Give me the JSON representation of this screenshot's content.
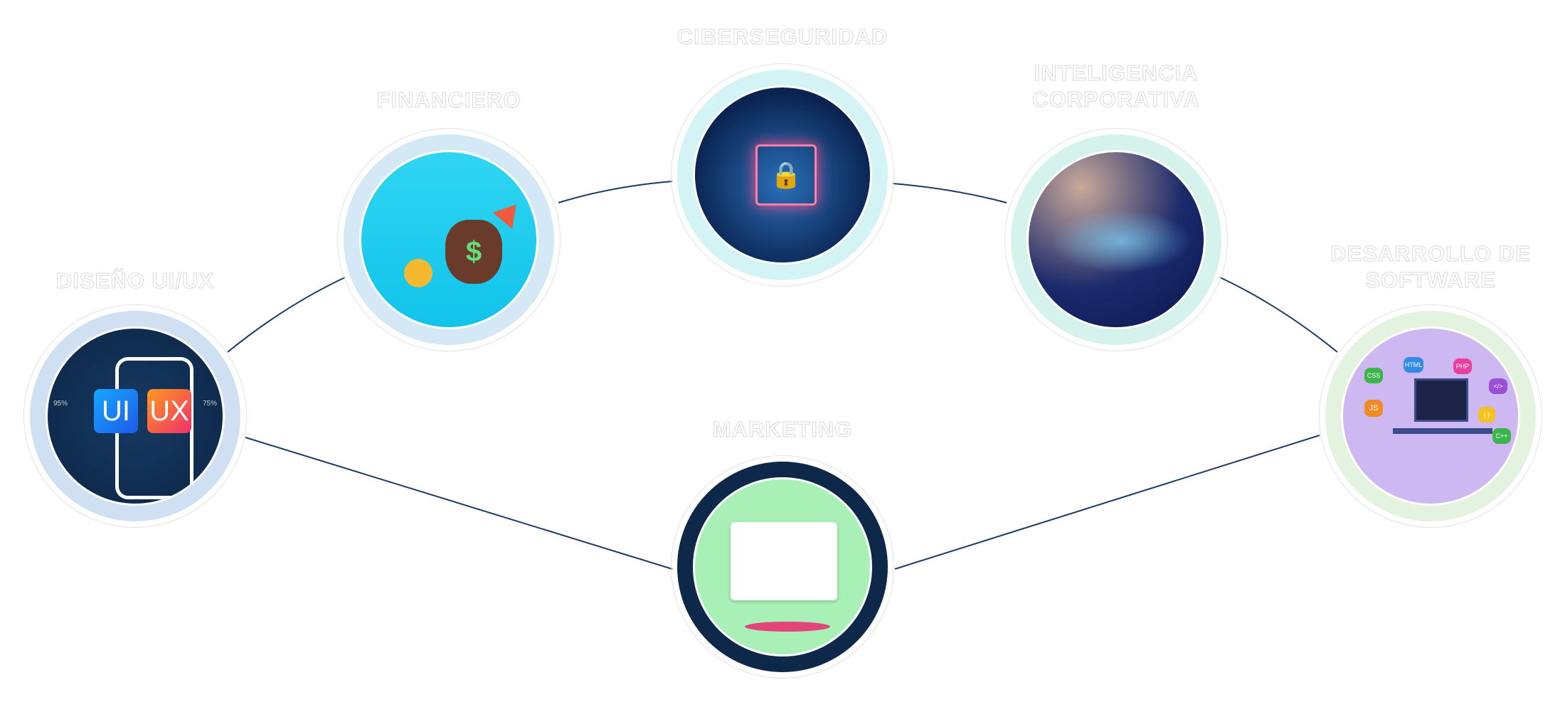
{
  "nodes": [
    {
      "id": "uiux",
      "label": "DISEÑO UI/UX",
      "ring_color": "#cfe0f2",
      "image_tiles": [
        "UI",
        "UX"
      ],
      "gauges": [
        "95%",
        "75%"
      ]
    },
    {
      "id": "financiero",
      "label": "FINANCIERO",
      "ring_color": "#d5e8f5",
      "image_symbol": "$"
    },
    {
      "id": "ciberseguridad",
      "label": "CIBERSEGURIDAD",
      "ring_color": "#d3f3f4",
      "image_symbol": "🔒"
    },
    {
      "id": "inteligencia",
      "label_lines": [
        "INTELIGENCIA",
        "CORPORATIVA"
      ],
      "ring_color": "#d6f2ec"
    },
    {
      "id": "desarrollo",
      "label_lines": [
        "DESARROLLO DE",
        "SOFTWARE"
      ],
      "ring_color": "#e3f3df",
      "code_tags": [
        "CSS",
        "HTML",
        "PHP",
        "JS",
        "C++",
        "</>",
        "{ }"
      ]
    },
    {
      "id": "marketing",
      "label": "MARKETING",
      "ring_color": "#0e2849"
    }
  ],
  "colors": {
    "link": "#1c3a62"
  }
}
